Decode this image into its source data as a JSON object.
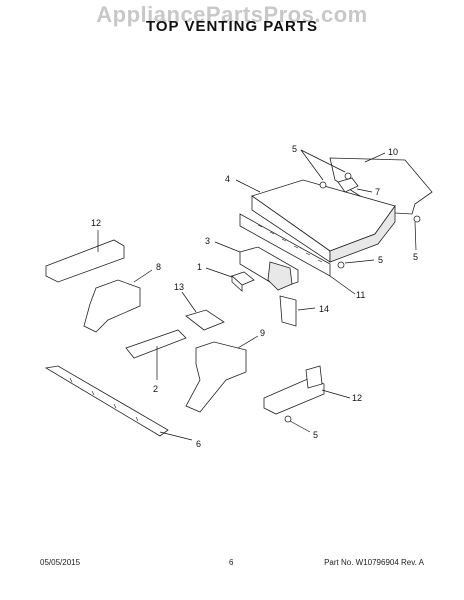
{
  "watermark": "AppliancePartsPros.com",
  "title": "TOP VENTING PARTS",
  "callouts": {
    "c1": "1",
    "c2": "2",
    "c3": "3",
    "c4": "4",
    "c5a": "5",
    "c5b": "5",
    "c5c": "5",
    "c5d": "5",
    "c6": "6",
    "c7": "7",
    "c8": "8",
    "c9": "9",
    "c10": "10",
    "c11": "11",
    "c12a": "12",
    "c12b": "12",
    "c13": "13",
    "c14": "14"
  },
  "footer": {
    "date": "05/05/2015",
    "page": "6",
    "part": "Part No. W10796904  Rev. A"
  }
}
